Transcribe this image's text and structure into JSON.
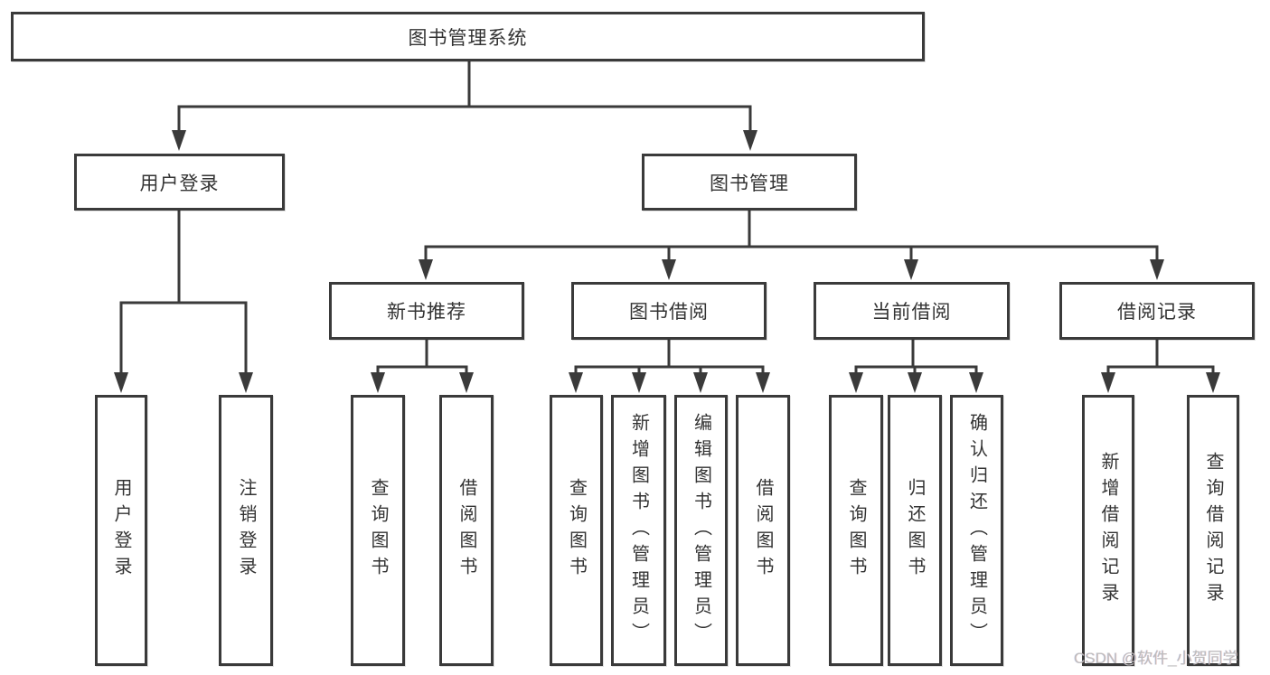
{
  "diagram": {
    "title": "图书管理系统",
    "type": "function-structure-tree",
    "watermark": "CSDN @软件_小贺同学",
    "colors": {
      "background": "#ffffff",
      "box_fill": "#ffffff",
      "box_border": "#3a3a3a",
      "line": "#3a3a3a",
      "text": "#333333",
      "watermark": "#bdbdbd"
    }
  },
  "nodes": {
    "root": {
      "label": "图书管理系统"
    },
    "user_login": {
      "label": "用户登录"
    },
    "book_mgmt": {
      "label": "图书管理"
    },
    "new_book_rec": {
      "label": "新书推荐"
    },
    "book_borrow": {
      "label": "图书借阅"
    },
    "current_borrow": {
      "label": "当前借阅"
    },
    "borrow_records": {
      "label": "借阅记录"
    },
    "login": {
      "label": "用户登录"
    },
    "logout": {
      "label": "注销登录"
    },
    "rec_query_books": {
      "label": "查询图书"
    },
    "rec_borrow_books": {
      "label": "借阅图书"
    },
    "bb_query_books": {
      "label": "查询图书"
    },
    "bb_add_books": {
      "label": "新增图书（管理员）"
    },
    "bb_edit_books": {
      "label": "编辑图书（管理员）"
    },
    "bb_borrow_books": {
      "label": "借阅图书"
    },
    "cb_query_books": {
      "label": "查询图书"
    },
    "cb_return_books": {
      "label": "归还图书"
    },
    "cb_confirm_return": {
      "label": "确认归还（管理员）"
    },
    "br_add_record": {
      "label": "新增借阅记录"
    },
    "br_query_record": {
      "label": "查询借阅记录"
    }
  },
  "edges": [
    [
      "root",
      "user_login"
    ],
    [
      "root",
      "book_mgmt"
    ],
    [
      "user_login",
      "login"
    ],
    [
      "user_login",
      "logout"
    ],
    [
      "book_mgmt",
      "new_book_rec"
    ],
    [
      "book_mgmt",
      "book_borrow"
    ],
    [
      "book_mgmt",
      "current_borrow"
    ],
    [
      "book_mgmt",
      "borrow_records"
    ],
    [
      "new_book_rec",
      "rec_query_books"
    ],
    [
      "new_book_rec",
      "rec_borrow_books"
    ],
    [
      "book_borrow",
      "bb_query_books"
    ],
    [
      "book_borrow",
      "bb_add_books"
    ],
    [
      "book_borrow",
      "bb_edit_books"
    ],
    [
      "book_borrow",
      "bb_borrow_books"
    ],
    [
      "current_borrow",
      "cb_query_books"
    ],
    [
      "current_borrow",
      "cb_return_books"
    ],
    [
      "current_borrow",
      "cb_confirm_return"
    ],
    [
      "borrow_records",
      "br_add_record"
    ],
    [
      "borrow_records",
      "br_query_record"
    ]
  ]
}
